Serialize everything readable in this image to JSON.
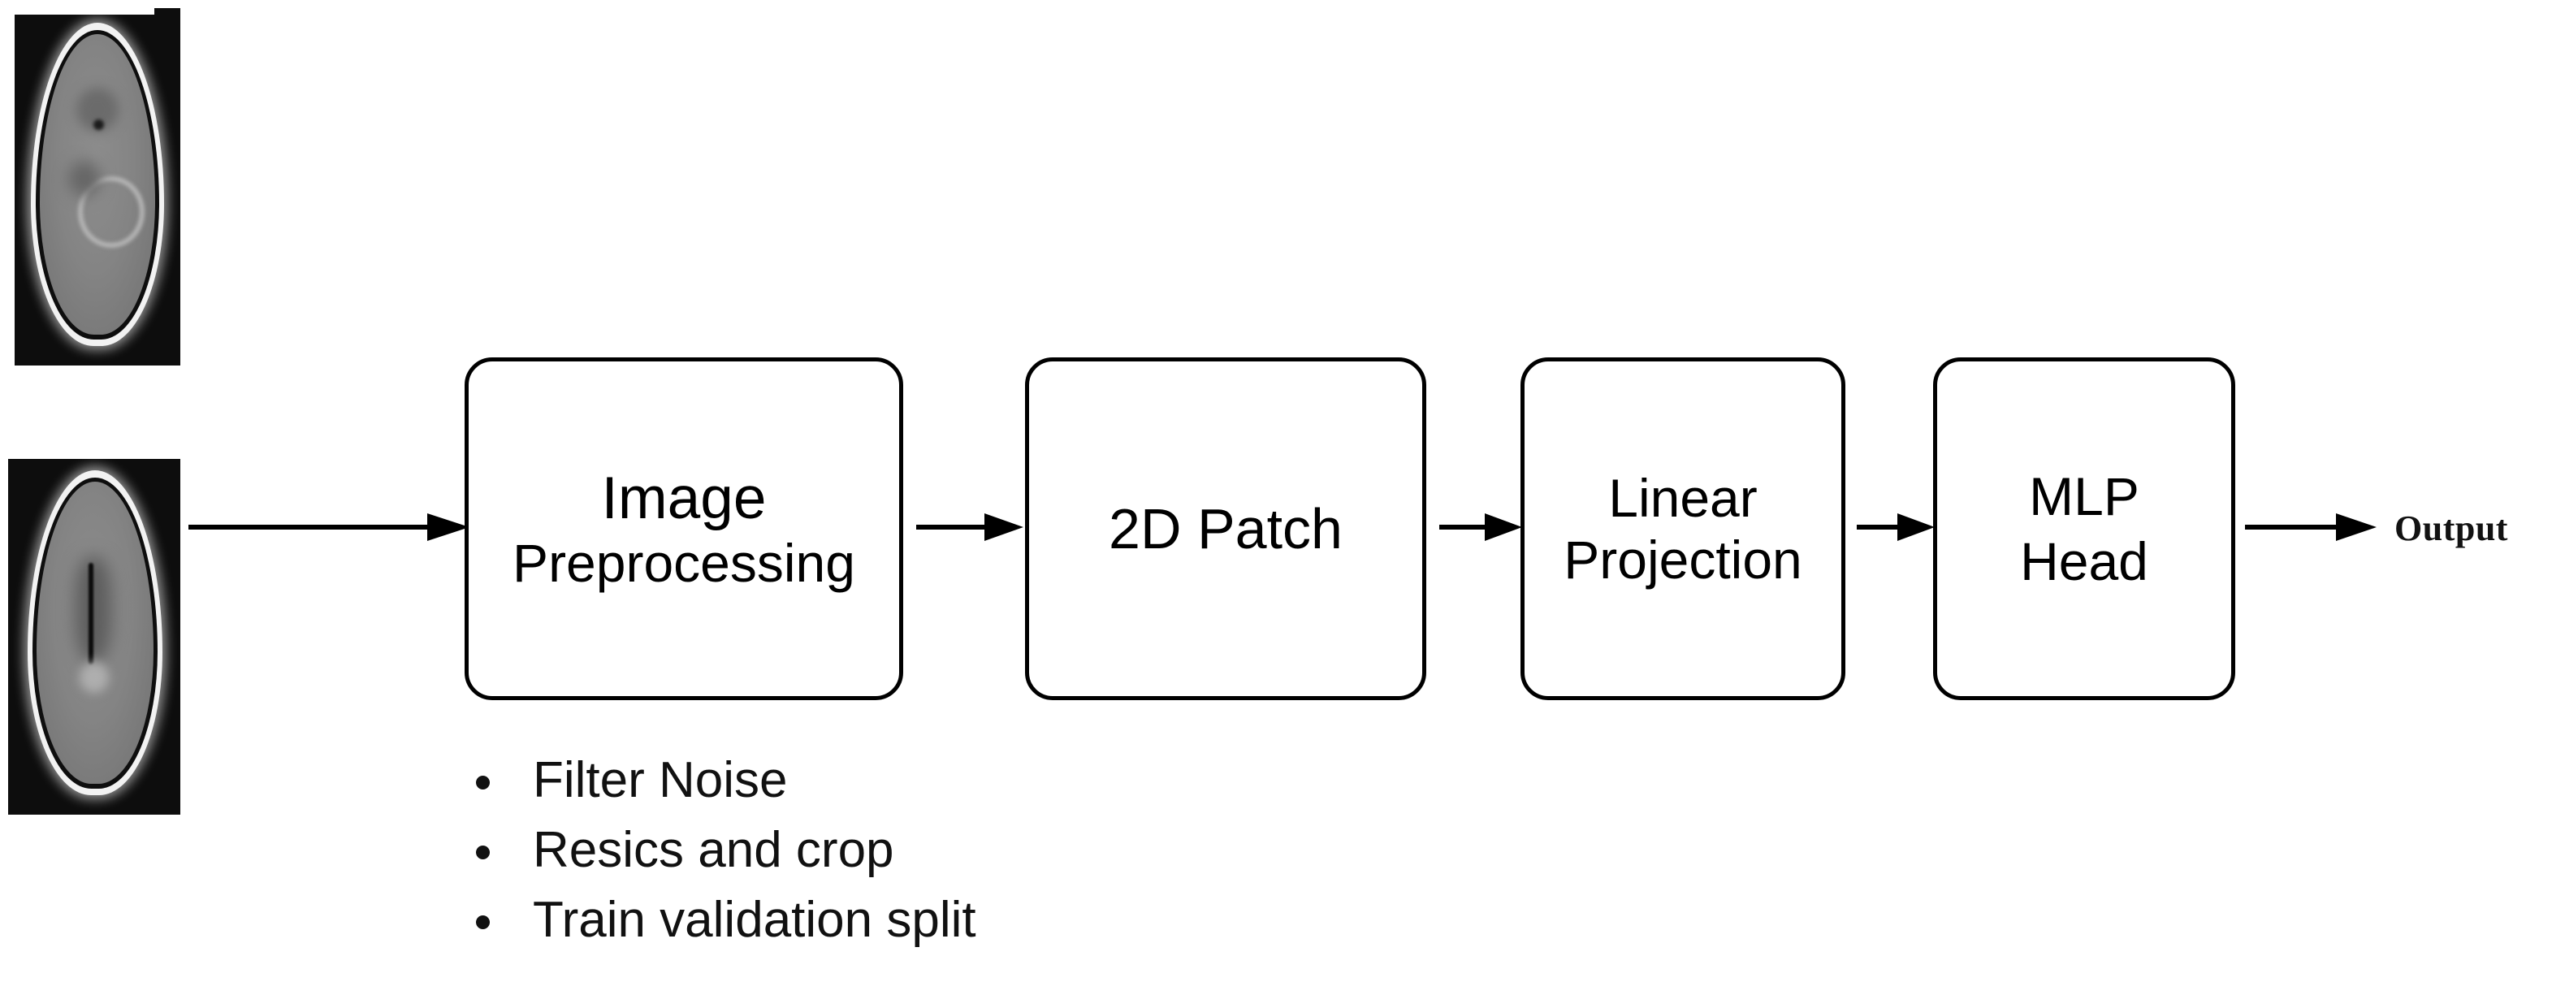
{
  "diagram": {
    "title": "Image Preprocessing to MLP Head pipeline",
    "background_color": "#ffffff",
    "stroke_color": "#000000"
  },
  "inputs": [
    {
      "name": "mri-axial-slice-top",
      "alt": "Axial brain MRI slice with small dark lesion and ring-shaped structure"
    },
    {
      "name": "mri-axial-slice-bottom",
      "alt": "Axial brain MRI slice with dark vertical midline structure"
    }
  ],
  "stages": [
    {
      "id": "image-preprocessing",
      "line1": "Image",
      "line2": "Preprocessing"
    },
    {
      "id": "2d-patch",
      "line1": "2D Patch",
      "line2": ""
    },
    {
      "id": "linear-projection",
      "line1": "Linear",
      "line2": "Projection"
    },
    {
      "id": "mlp-head",
      "line1": "MLP",
      "line2": "Head"
    }
  ],
  "output": {
    "label": "Output"
  },
  "preprocessing_steps": [
    "Filter Noise",
    "Resics and crop",
    "Train validation split"
  ],
  "arrows": {
    "icon": "arrow-right-icon",
    "count": 5
  }
}
